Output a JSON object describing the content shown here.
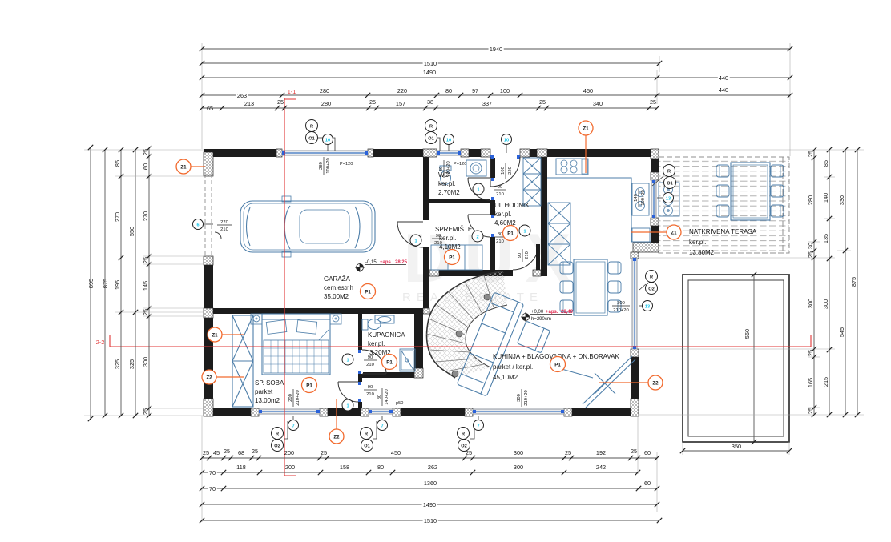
{
  "section_marks": {
    "s11": "1-1",
    "s22": "2-2"
  },
  "watermark": {
    "big": "DUX",
    "small": "REAL ESTATE"
  },
  "rooms": {
    "garage": {
      "name": "GARAŽA",
      "floor": "cem.estrih",
      "area": "35,00M2"
    },
    "wc": {
      "name": "WC",
      "floor": "ker.pl.",
      "area": "2,70M2"
    },
    "hall": {
      "name": "UL.HODNIK",
      "floor": "ker.pl.",
      "area": "4,60M2"
    },
    "storage": {
      "name": "SPREMIŠTE",
      "floor": "ker.pl.",
      "area": "4,10M2"
    },
    "bath": {
      "name": "KUPAONICA",
      "floor": "ker.pl.",
      "area": "3,20M2"
    },
    "bedroom": {
      "name": "SP. SOBA",
      "floor": "parket",
      "area": "13,00m2"
    },
    "living": {
      "name": "KUHINJA  +  BLAGOVAONA  +  DN.BORAVAK",
      "floor": "parket  /  ker.pl.",
      "area": "45,10M2"
    },
    "terrace": {
      "name": "NATKRIVENA TERASA",
      "floor": "ker.pl.",
      "area": "13,80M2"
    }
  },
  "levels": {
    "garage": {
      "rel": "-0,15",
      "aps": "+aps.",
      "abs": "28,25"
    },
    "living": {
      "rel": "+0,00",
      "aps": "+aps.",
      "abs": "28,40",
      "height": "h=290cm"
    }
  },
  "openings": {
    "gw": {
      "a": "280",
      "b": "100+20",
      "n": "P=120"
    },
    "ww": {
      "a": "80",
      "b": "100+20",
      "n": "P=120"
    },
    "ed": {
      "a": "100",
      "b": "220"
    },
    "gg": {
      "a": "270",
      "b": "210"
    },
    "pw": {
      "a": "140",
      "b": "100+20"
    },
    "ew": {
      "a": "300",
      "b": "210+20"
    },
    "bw": {
      "a": "200",
      "b": "210+20"
    },
    "sw": {
      "a": "80",
      "b": "140+20",
      "n": "p50"
    },
    "lw": {
      "a": "300",
      "b": "210+20"
    },
    "hd": {
      "a": "90",
      "b": "210"
    },
    "wd": {
      "a": "90",
      "b": "210"
    },
    "sd": {
      "a": "80",
      "b": "210"
    },
    "gd": {
      "a": "90",
      "b": "210"
    },
    "bd": {
      "a": "90",
      "b": "210"
    },
    "rd": {
      "a": "90",
      "b": "210"
    }
  },
  "markers": {
    "r": "R",
    "o1": "O1",
    "o2": "O2",
    "z1": "Z1",
    "z2": "Z2",
    "p1": "P1",
    "n10": "10",
    "n13": "13",
    "n7": "7",
    "n6": "6",
    "n1": "1",
    "n2": "2"
  },
  "dims": {
    "top": {
      "r1": "1940",
      "r2": "1510",
      "r3": [
        "1490",
        "440"
      ],
      "r4": [
        "263",
        "280",
        "220",
        "80",
        "97",
        "100",
        "450",
        "440"
      ],
      "r5": [
        "65",
        "213",
        "25",
        "280",
        "25",
        "157",
        "38",
        "337",
        "25",
        "340",
        "25"
      ]
    },
    "bottom": {
      "a": [
        "25",
        "45",
        "25",
        "68",
        "25",
        "200",
        "25",
        "450",
        "25",
        "300",
        "25",
        "192",
        "25",
        "60"
      ],
      "b": [
        "70",
        "118",
        "200",
        "158",
        "80",
        "262",
        "300",
        "242"
      ],
      "c": [
        "70",
        "1360",
        "60"
      ],
      "d": "1490",
      "e": "1510"
    },
    "left": {
      "c1": "895",
      "c2": "875",
      "c3": [
        "85",
        "270",
        "195",
        "325"
      ],
      "c4": [
        "550",
        "325"
      ],
      "c5": [
        "25",
        "60",
        "270",
        "25",
        "145",
        "25",
        "300",
        "25"
      ]
    },
    "right": {
      "c1": [
        "25",
        "280",
        "30",
        "25",
        "300",
        "25",
        "165",
        "25"
      ],
      "c2": [
        "85",
        "140",
        "135",
        "300",
        "215"
      ],
      "c3": [
        "330",
        "545"
      ],
      "c4": "875"
    },
    "pool": {
      "w": "350",
      "h": "550"
    }
  }
}
